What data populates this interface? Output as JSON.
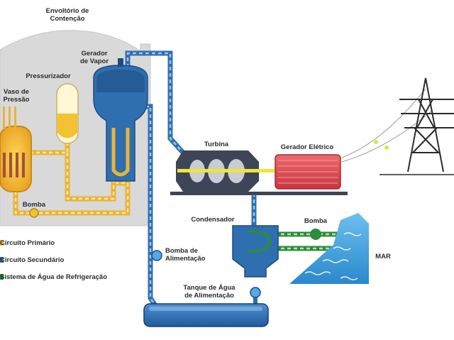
{
  "labels": {
    "containment": [
      "Envoltório de",
      "Contenção"
    ],
    "steam_generator": [
      "Gerador",
      "de Vapor"
    ],
    "pressurizer": "Pressurizador",
    "pressure_vessel": [
      "Vaso de",
      "Pressão"
    ],
    "pump_primary": "Bomba",
    "turbine": "Turbina",
    "electric_generator": "Gerador Elétrico",
    "condenser": "Condensador",
    "pump_cooling": "Bomba",
    "sea": "MAR",
    "feed_pump": [
      "Bomba de",
      "Alimentação"
    ],
    "feed_tank": [
      "Tanque de Água",
      "de Alimentação"
    ]
  },
  "legend": [
    "Circuito Primário",
    "Circuito Secundário",
    "Sistema de Água de Refrigeração"
  ],
  "colors": {
    "containment": "#d9d9d9",
    "primary_loop": "#e8b43a",
    "secondary_loop": "#2f6fb0",
    "secondary_loop_dash": "#9fc6e8",
    "cooling_loop": "#2d8a3e",
    "cooling_loop_dash": "#b8e6a8",
    "turbine_body": "#3d4556",
    "generator_body": "#e04a52",
    "sea": "#3a9ad9"
  }
}
